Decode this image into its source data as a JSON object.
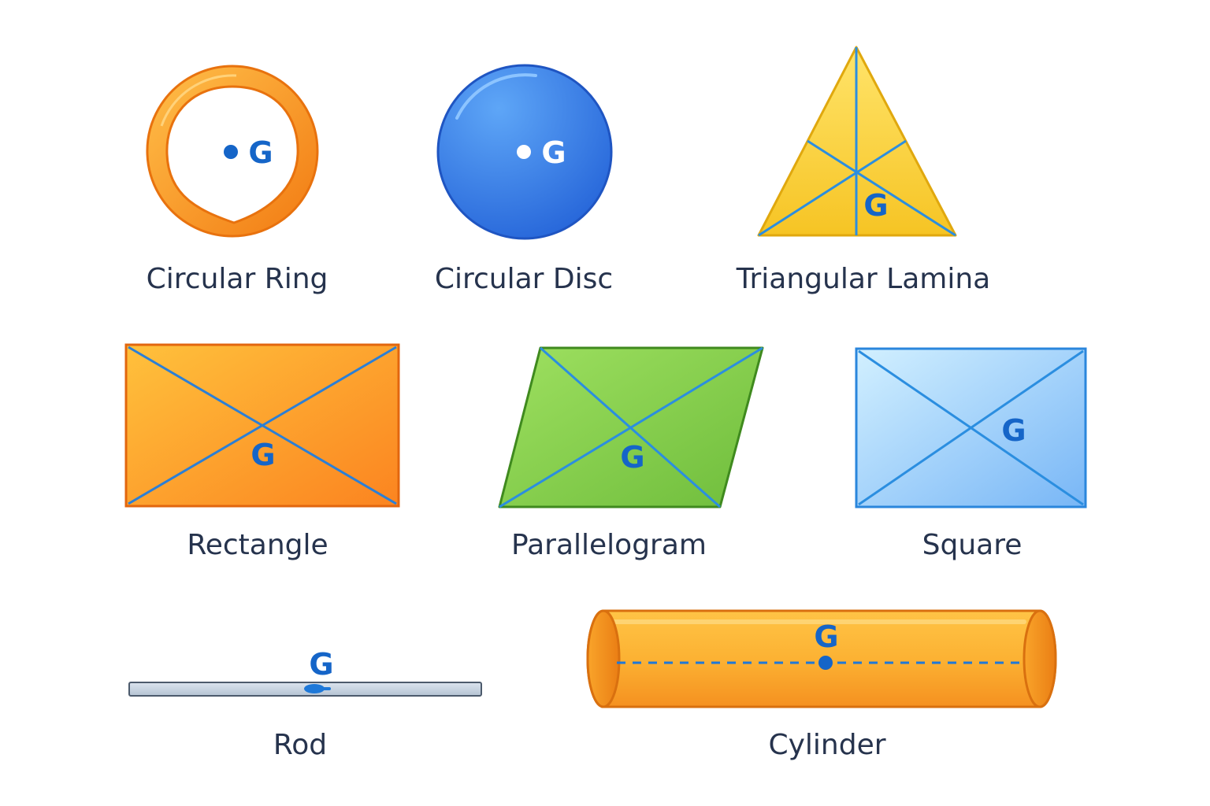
{
  "centroid_symbol": "G",
  "shapes": {
    "circular_ring": {
      "label": "Circular Ring"
    },
    "circular_disc": {
      "label": "Circular Disc"
    },
    "triangular_lamina": {
      "label": "Triangular Lamina"
    },
    "rectangle": {
      "label": "Rectangle"
    },
    "parallelogram": {
      "label": "Parallelogram"
    },
    "square": {
      "label": "Square"
    },
    "rod": {
      "label": "Rod"
    },
    "cylinder": {
      "label": "Cylinder"
    }
  },
  "colors": {
    "label": "#26334d",
    "centroid": "#1565c8",
    "ring": "#f7981f",
    "disc": "#3476e0",
    "triangle": "#f9d23a",
    "rectangle": "#fba22e",
    "parallelogram": "#8bd24f",
    "square": "#a7d6fb",
    "rod": "#c9d4e0",
    "cylinder": "#fbb031",
    "diagonal": "#2b8ee0"
  }
}
